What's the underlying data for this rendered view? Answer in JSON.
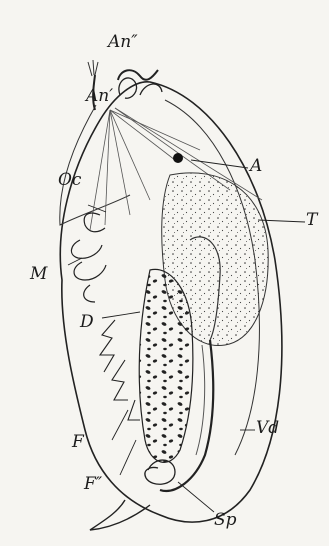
{
  "labels": {
    "an2": "An″",
    "an1": "An′",
    "a": "A",
    "oc": "Oc",
    "t": "T",
    "m": "M",
    "d": "D",
    "f1": "F",
    "f2": "F″",
    "vd": "Vd",
    "sp": "Sp"
  },
  "colors": {
    "ink": "#1c1c1c",
    "paper": "#f6f5f1"
  }
}
